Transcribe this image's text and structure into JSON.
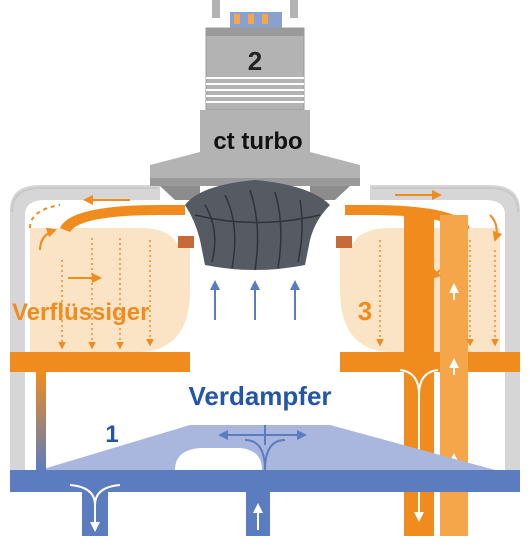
{
  "labels": {
    "compressor_number": "2",
    "turbo": "ct turbo",
    "condenser": "Verflüssiger",
    "condenser_number": "3",
    "evaporator": "Verdampfer",
    "evaporator_number": "1"
  },
  "colors": {
    "orange": "#f08c1e",
    "orange_light": "#fbe3c6",
    "blue": "#5b7dbf",
    "blue_light": "#a9b6dd",
    "blue_text": "#2456a8",
    "housing_gray": "#b3b3b3",
    "impeller": "#555a63"
  }
}
